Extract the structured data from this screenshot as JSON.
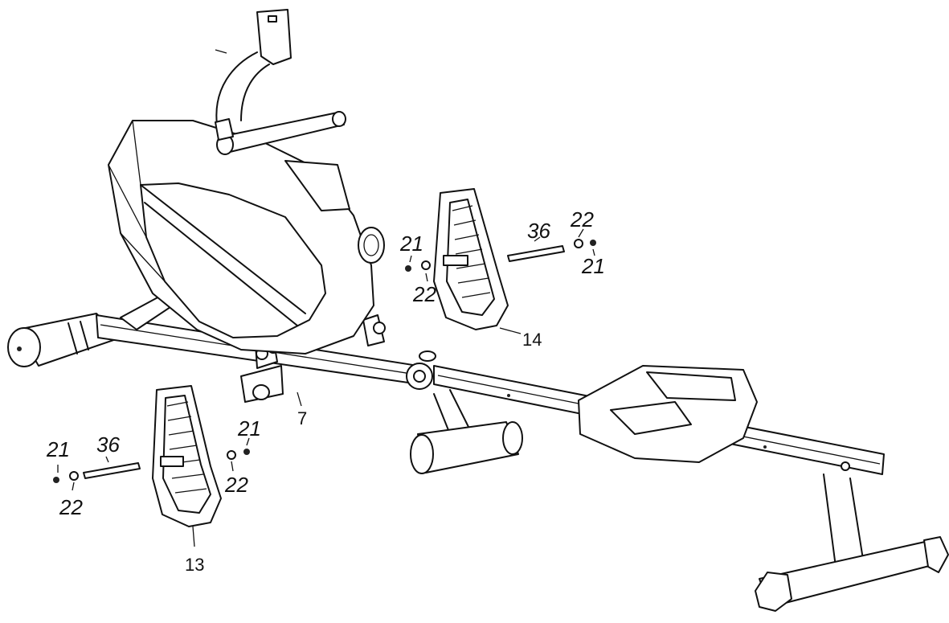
{
  "diagram": {
    "callouts": {
      "frame_front_rail": "7",
      "left_pedal": "13",
      "right_pedal": "14",
      "bolt_left": "21",
      "washer_left_outer": "22",
      "axle_left": "36",
      "nut_left": "21",
      "washer_left_inner": "22",
      "bolt_right": "21",
      "washer_right_inner": "22",
      "axle_right": "36",
      "washer_right_outer": "22",
      "nut_right": "21"
    }
  }
}
